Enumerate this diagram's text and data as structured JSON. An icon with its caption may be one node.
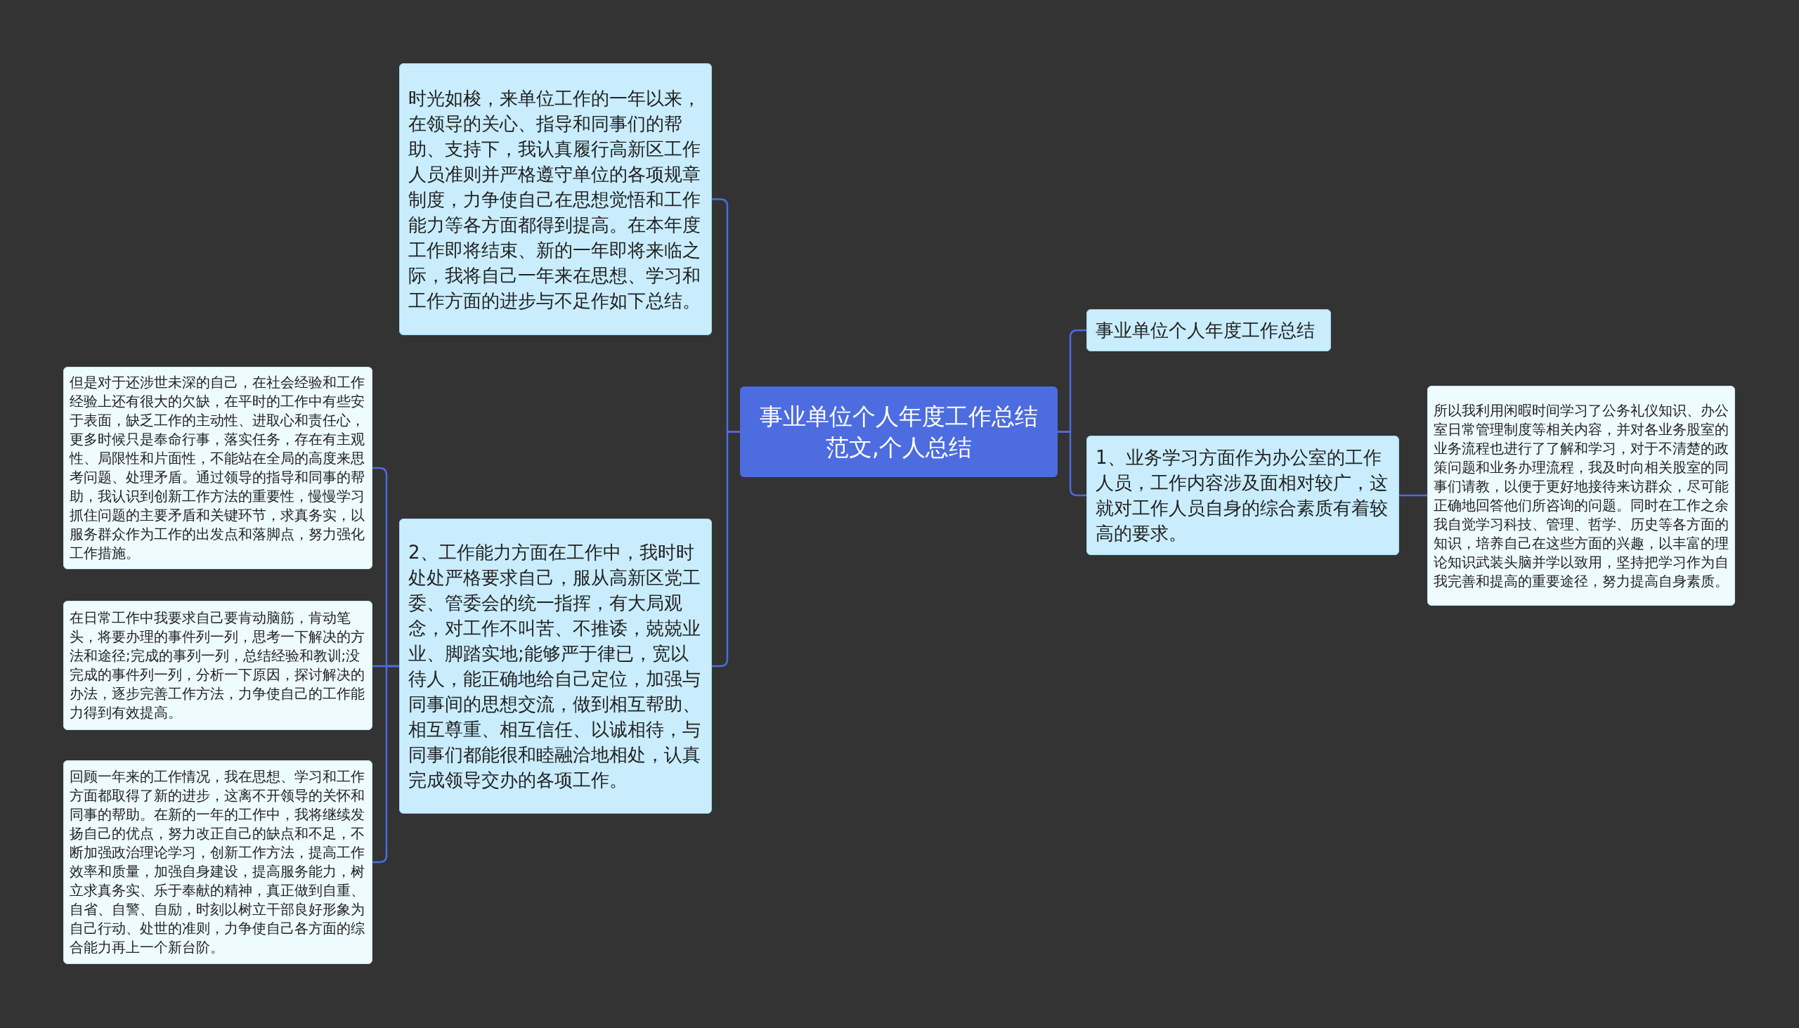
{
  "diagram": {
    "nodes": [
      {
        "text": [
          "事业单位个人年度工作总结范文,个人总结"
        ]
      },
      {
        "text": [
          "时光如梭，来单位工作的一年以来，在领导的关心、指导和同事们的帮助、支持下，我认真履行高新区工作人员准则并严格遵守单位的各项规章制度，力争使自己在思想觉悟和工作能力等各方面都得到提高。在本年度工作即将结束、新的一年即将来临之际，我将自己一年来在思想、学习和工作方面的进步与不足作如下总结。"
        ]
      },
      {
        "text": [
          "2、工作能力方面在工作中，我时时处处严格要求自己，服从高新区党工委、管委会的统一指挥，有大局观念，对工作不叫苦、不推诿，兢兢业业、脚踏实地;能够严于律已，宽以待人，能正确地给自己定位，加强与同事间的思想交流，做到相互帮助、相互尊重、相互信任、以诚相待，与同事们都能很和睦融洽地相处，认真完成领导交办的各项工作。"
        ]
      },
      {
        "text": [
          "事业单位个人年度工作总结"
        ]
      },
      {
        "text": [
          "1、业务学习方面作为办公室的工作人员，工作内容涉及面相对较广，这就对工作人员自身的综合素质有着较高的要求。"
        ]
      },
      {
        "text": [
          "所以我利用闲暇时间学习了公务礼仪知识、办公室日常管理制度等相关内容，并对各业务股室的业务流程也进行了了解和学习，对于不清楚的政策问题和业务办理流程，我及时向相关股室的同事们请教，以便于更好地接待来访群众，尽可能正确地回答他们所咨询的问题。同时在工作之余我自觉学习科技、管理、哲学、历史等各方面的知识，培养自己在这些方面的兴趣，以丰富的理论知识武装头脑并学以致用，坚持把学习作为自我完善和提高的重要途径，努力提高自身素质。"
        ]
      },
      {
        "text": [
          "但是对于还涉世未深的自己，在社会经验和工作经验上还有很大的欠缺，在平时的工作中有些安于表面，缺乏工作的主动性、进取心和责任心，更多时候只是奉命行事，落实任务，存在有主观性、局限性和片面性，不能站在全局的高度来思考问题、处理矛盾。通过领导的指导和同事的帮助，我认识到创新工作方法的重要性，慢慢学习抓住问题的主要矛盾和关键环节，求真务实，以服务群众作为工作的出发点和落脚点，努力强化工作措施。"
        ]
      },
      {
        "text": [
          "在日常工作中我要求自己要肯动脑筋，肯动笔头，将要办理的事件列一列，思考一下解决的方法和途径;完成的事列一列，总结经验和教训;没完成的事件列一列，分析一下原因，探讨解决的办法，逐步完善工作方法，力争使自己的工作能力得到有效提高。"
        ]
      },
      {
        "text": [
          "回顾一年来的工作情况，我在思想、学习和工作方面都取得了新的进步，这离不开领导的关怀和同事的帮助。在新的一年的工作中，我将继续发扬自己的优点，努力改正自己的缺点和不足，不断加强政治理论学习，创新工作方法，提高工作效率和质量，加强自身建设，提高服务能力，树立求真务实、乐于奉献的精神，真正做到自重、自省、自警、自励，时刻以树立干部良好形象为自己行动、处世的准则，力争使自己各方面的综合能力再上一个新台阶。"
        ]
      }
    ],
    "edges": [
      {
        "from": 0,
        "to": 1,
        "arrow": "none"
      },
      {
        "from": 0,
        "to": 2,
        "arrow": "none"
      },
      {
        "from": 0,
        "to": 3,
        "arrow": "none"
      },
      {
        "from": 0,
        "to": 4,
        "arrow": "none"
      },
      {
        "from": 4,
        "to": 5,
        "arrow": "none"
      },
      {
        "from": 2,
        "to": 6,
        "arrow": "none"
      },
      {
        "from": 2,
        "to": 7,
        "arrow": "none"
      },
      {
        "from": 2,
        "to": 8,
        "arrow": "none"
      }
    ]
  }
}
